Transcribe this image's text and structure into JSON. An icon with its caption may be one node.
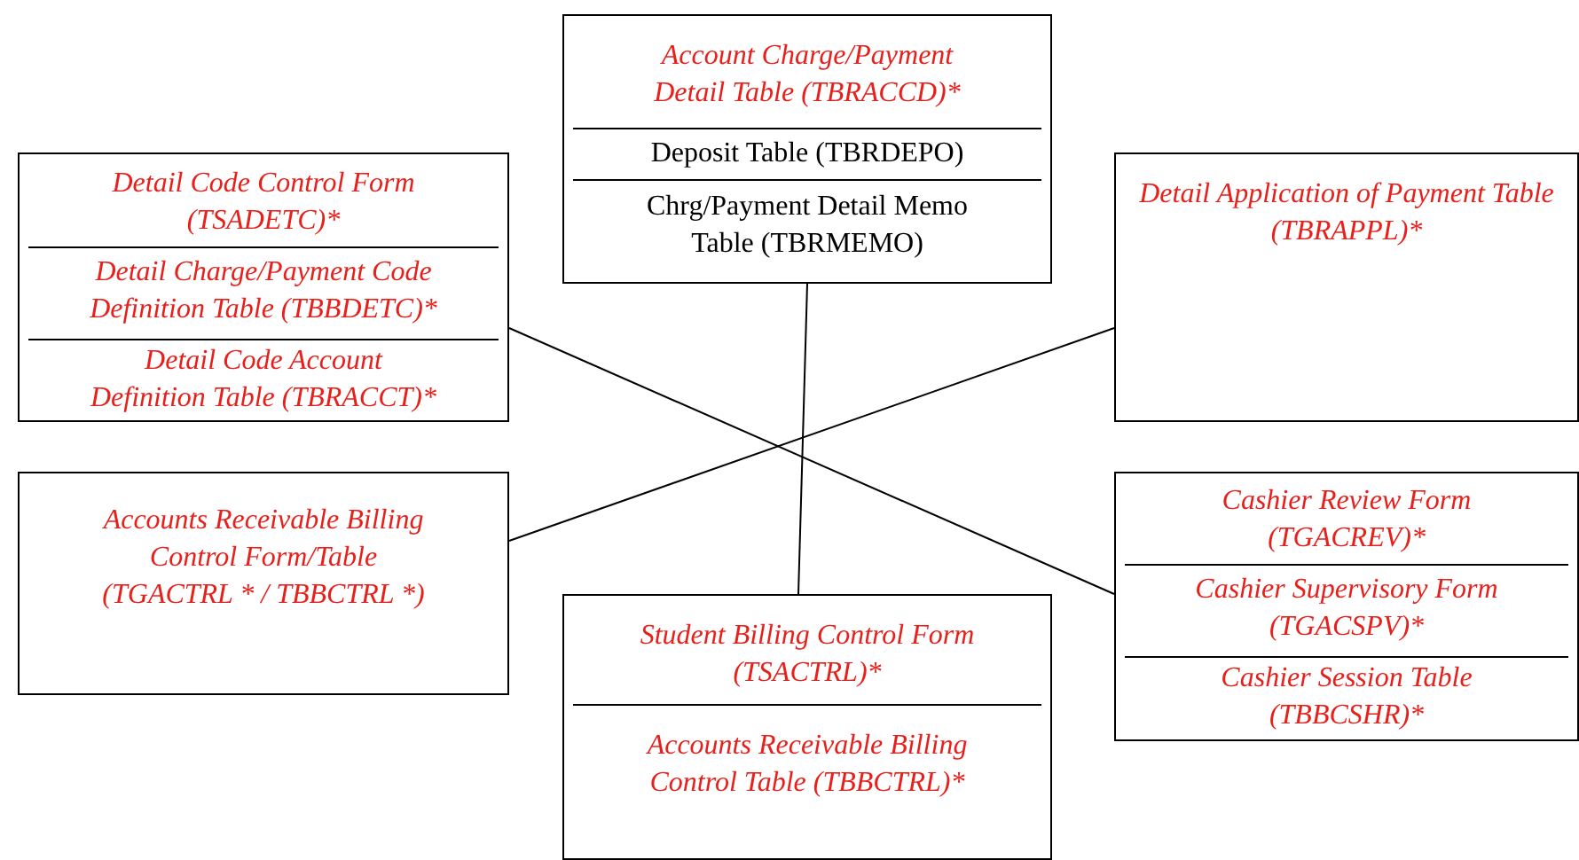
{
  "diagram": {
    "nodes": [
      {
        "text": [
          "Account Charge/Payment Detail Table (TBRACCD)*",
          "Deposit Table (TBRDEPO)",
          "Chrg/Payment Detail Memo Table (TBRMEMO)"
        ]
      },
      {
        "text": [
          "Detail Code Control Form (TSADETC)*",
          "Detail Charge/Payment Code Definition Table (TBBDETC)*",
          "Detail Code Account Definition Table (TBRACCT)*"
        ]
      },
      {
        "text": [
          "Detail Application of Payment Table (TBRAPPL)*"
        ]
      },
      {
        "text": [
          "Accounts Receivable Billing Control Form/Table (TGACTRL * / TBBCTRL *)"
        ]
      },
      {
        "text": [
          "Cashier Review Form (TGACREV)*",
          "Cashier Supervisory Form (TGACSPV)*",
          "Cashier Session Table (TBBCSHR)*"
        ]
      },
      {
        "text": [
          "Student Billing Control Form (TSACTRL)*",
          "Accounts Receivable Billing Control Table (TBBCTRL)*"
        ]
      }
    ],
    "edges": [
      {
        "from": 0,
        "to": 5,
        "arrow": "none"
      },
      {
        "from": 1,
        "to": 4,
        "arrow": "none"
      },
      {
        "from": 2,
        "to": 3,
        "arrow": "none"
      }
    ]
  }
}
